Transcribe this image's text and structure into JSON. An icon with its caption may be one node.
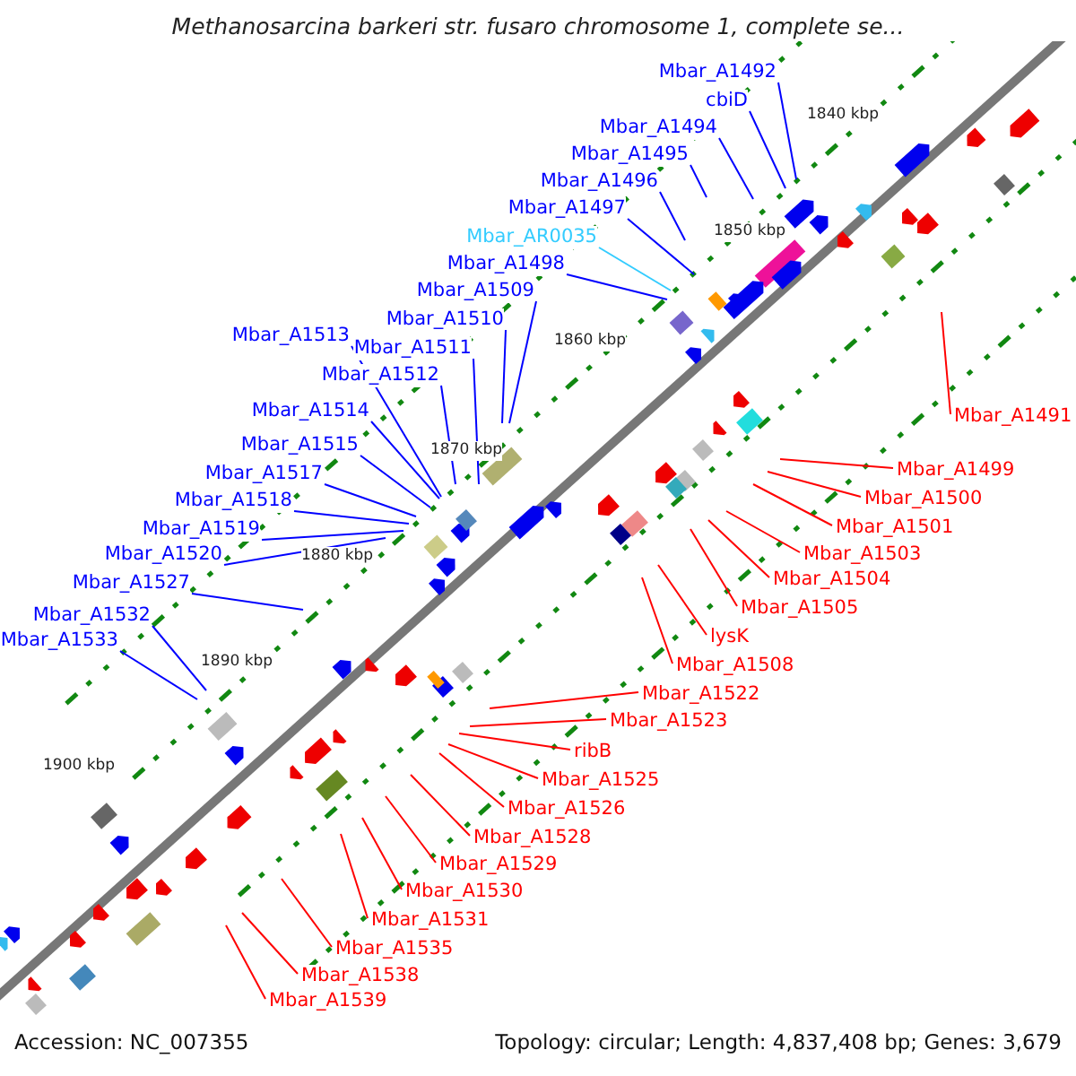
{
  "diagram": {
    "title": "Methanosarcina barkeri str. fusaro chromosome 1, complete se...",
    "nodes": [
      {
        "text": [
          "Mbar_A1492"
        ]
      },
      {
        "text": [
          "cbiD"
        ]
      },
      {
        "text": [
          "Mbar_A1494"
        ]
      },
      {
        "text": [
          "Mbar_A1495"
        ]
      },
      {
        "text": [
          "Mbar_A1496"
        ]
      },
      {
        "text": [
          "Mbar_A1497"
        ]
      },
      {
        "text": [
          "Mbar_AR0035"
        ]
      },
      {
        "text": [
          "Mbar_A1498"
        ]
      },
      {
        "text": [
          "Mbar_A1509"
        ]
      },
      {
        "text": [
          "Mbar_A1510"
        ]
      },
      {
        "text": [
          "Mbar_A1513"
        ]
      },
      {
        "text": [
          "Mbar_A1511"
        ]
      },
      {
        "text": [
          "Mbar_A1512"
        ]
      },
      {
        "text": [
          "Mbar_A1514"
        ]
      },
      {
        "text": [
          "Mbar_A1491"
        ]
      },
      {
        "text": [
          "Mbar_A1515"
        ]
      },
      {
        "text": [
          "Mbar_A1499"
        ]
      },
      {
        "text": [
          "Mbar_A1517"
        ]
      },
      {
        "text": [
          "Mbar_A1500"
        ]
      },
      {
        "text": [
          "Mbar_A1518"
        ]
      },
      {
        "text": [
          "Mbar_A1501"
        ]
      },
      {
        "text": [
          "Mbar_A1519"
        ]
      },
      {
        "text": [
          "Mbar_A1503"
        ]
      },
      {
        "text": [
          "Mbar_A1520"
        ]
      },
      {
        "text": [
          "Mbar_A1504"
        ]
      },
      {
        "text": [
          "Mbar_A1527"
        ]
      },
      {
        "text": [
          "Mbar_A1505"
        ]
      },
      {
        "text": [
          "Mbar_A1532"
        ]
      },
      {
        "text": [
          "lysK"
        ]
      },
      {
        "text": [
          "Mbar_A1533"
        ]
      },
      {
        "text": [
          "Mbar_A1508"
        ]
      },
      {
        "text": [
          "Mbar_A1522"
        ]
      },
      {
        "text": [
          "Mbar_A1523"
        ]
      },
      {
        "text": [
          "ribB"
        ]
      },
      {
        "text": [
          "Mbar_A1525"
        ]
      },
      {
        "text": [
          "Mbar_A1526"
        ]
      },
      {
        "text": [
          "Mbar_A1528"
        ]
      },
      {
        "text": [
          "Mbar_A1529"
        ]
      },
      {
        "text": [
          "Mbar_A1530"
        ]
      },
      {
        "text": [
          "Mbar_A1531"
        ]
      },
      {
        "text": [
          "Mbar_A1535"
        ]
      },
      {
        "text": [
          "Mbar_A1538"
        ]
      },
      {
        "text": [
          "Mbar_A1539"
        ]
      }
    ],
    "edges": [
      {
        "from": 0,
        "to": null,
        "arrow": "none"
      },
      {
        "from": 1,
        "to": null,
        "arrow": "none"
      },
      {
        "from": 2,
        "to": null,
        "arrow": "none"
      },
      {
        "from": 3,
        "to": null,
        "arrow": "none"
      },
      {
        "from": 4,
        "to": null,
        "arrow": "none"
      },
      {
        "from": 5,
        "to": null,
        "arrow": "none"
      },
      {
        "from": 6,
        "to": null,
        "arrow": "none",
        "color": "#33ccff"
      },
      {
        "from": 7,
        "to": null,
        "arrow": "none"
      },
      {
        "from": 8,
        "to": null,
        "arrow": "none"
      },
      {
        "from": 9,
        "to": null,
        "arrow": "none"
      },
      {
        "from": 10,
        "to": null,
        "arrow": "none"
      },
      {
        "from": 11,
        "to": null,
        "arrow": "none"
      },
      {
        "from": 12,
        "to": null,
        "arrow": "none"
      },
      {
        "from": 13,
        "to": null,
        "arrow": "none"
      },
      {
        "from": 14,
        "to": null,
        "arrow": "none",
        "color": "#ff0000"
      },
      {
        "from": 15,
        "to": null,
        "arrow": "none"
      },
      {
        "from": 16,
        "to": null,
        "arrow": "none",
        "color": "#ff0000"
      },
      {
        "from": 17,
        "to": null,
        "arrow": "none"
      },
      {
        "from": 18,
        "to": null,
        "arrow": "none",
        "color": "#ff0000"
      },
      {
        "from": 19,
        "to": null,
        "arrow": "none"
      },
      {
        "from": 20,
        "to": null,
        "arrow": "none",
        "color": "#ff0000"
      },
      {
        "from": 21,
        "to": null,
        "arrow": "none"
      },
      {
        "from": 22,
        "to": null,
        "arrow": "none",
        "color": "#ff0000"
      },
      {
        "from": 23,
        "to": null,
        "arrow": "none"
      },
      {
        "from": 24,
        "to": null,
        "arrow": "none",
        "color": "#ff0000"
      },
      {
        "from": 25,
        "to": null,
        "arrow": "none"
      },
      {
        "from": 26,
        "to": null,
        "arrow": "none",
        "color": "#ff0000"
      },
      {
        "from": 27,
        "to": null,
        "arrow": "none"
      },
      {
        "from": 28,
        "to": null,
        "arrow": "none",
        "color": "#ff0000"
      },
      {
        "from": 29,
        "to": null,
        "arrow": "none"
      },
      {
        "from": 30,
        "to": null,
        "arrow": "none",
        "color": "#ff0000"
      },
      {
        "from": 31,
        "to": null,
        "arrow": "none",
        "color": "#ff0000"
      },
      {
        "from": 32,
        "to": null,
        "arrow": "none",
        "color": "#ff0000"
      },
      {
        "from": 33,
        "to": null,
        "arrow": "none",
        "color": "#ff0000"
      },
      {
        "from": 34,
        "to": null,
        "arrow": "none",
        "color": "#ff0000"
      },
      {
        "from": 35,
        "to": null,
        "arrow": "none",
        "color": "#ff0000"
      },
      {
        "from": 36,
        "to": null,
        "arrow": "none",
        "color": "#ff0000"
      },
      {
        "from": 37,
        "to": null,
        "arrow": "none",
        "color": "#ff0000"
      },
      {
        "from": 38,
        "to": null,
        "arrow": "none",
        "color": "#ff0000"
      },
      {
        "from": 39,
        "to": null,
        "arrow": "none",
        "color": "#ff0000"
      },
      {
        "from": 40,
        "to": null,
        "arrow": "none",
        "color": "#ff0000"
      },
      {
        "from": 41,
        "to": null,
        "arrow": "none",
        "color": "#ff0000"
      },
      {
        "from": 42,
        "to": null,
        "arrow": "none",
        "color": "#ff0000"
      }
    ],
    "labels": [
      "1840 kbp",
      "1850 kbp",
      "1860 kbp",
      "1870 kbp",
      "1880 kbp",
      "1890 kbp",
      "1900 kbp",
      "Accession: NC_007355",
      "Topology: circular; Length: 4,837,408 bp; Genes: 3,679"
    ]
  }
}
